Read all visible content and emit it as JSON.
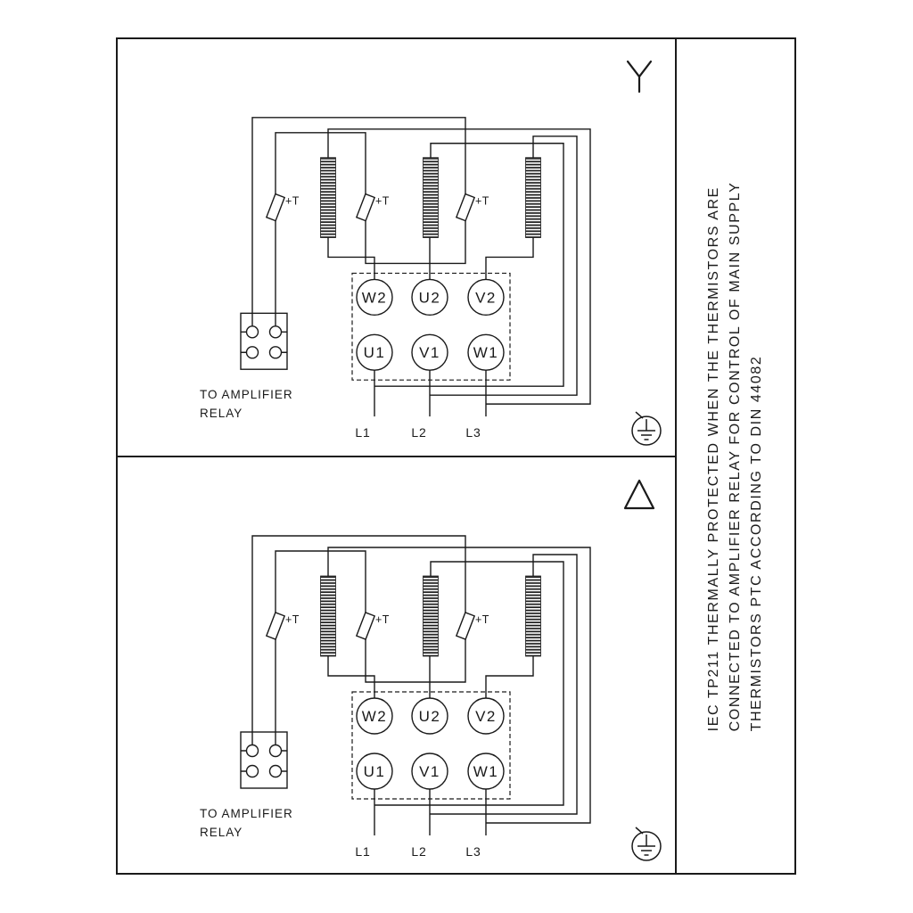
{
  "note": {
    "lines": [
      "IEC TP211 THERMALLY PROTECTED WHEN THE THERMISTORS ARE",
      "CONNECTED TO AMPLIFIER RELAY FOR CONTROL OF MAIN SUPPLY",
      "THERMISTORS PTC ACCORDING TO DIN 44082"
    ]
  },
  "panels": [
    {
      "connection": "star",
      "terminals_top": [
        "W2",
        "U2",
        "V2"
      ],
      "terminals_bottom": [
        "U1",
        "V1",
        "W1"
      ],
      "thermistor_label": "+T",
      "relay_caption": [
        "TO AMPLIFIER",
        "RELAY"
      ],
      "supply_labels": [
        "L1",
        "L2",
        "L3"
      ]
    },
    {
      "connection": "delta",
      "terminals_top": [
        "W2",
        "U2",
        "V2"
      ],
      "terminals_bottom": [
        "U1",
        "V1",
        "W1"
      ],
      "thermistor_label": "+T",
      "relay_caption": [
        "TO AMPLIFIER",
        "RELAY"
      ],
      "supply_labels": [
        "L1",
        "L2",
        "L3"
      ]
    }
  ],
  "colors": {
    "ink": "#1a1a1a",
    "paper": "#ffffff"
  }
}
